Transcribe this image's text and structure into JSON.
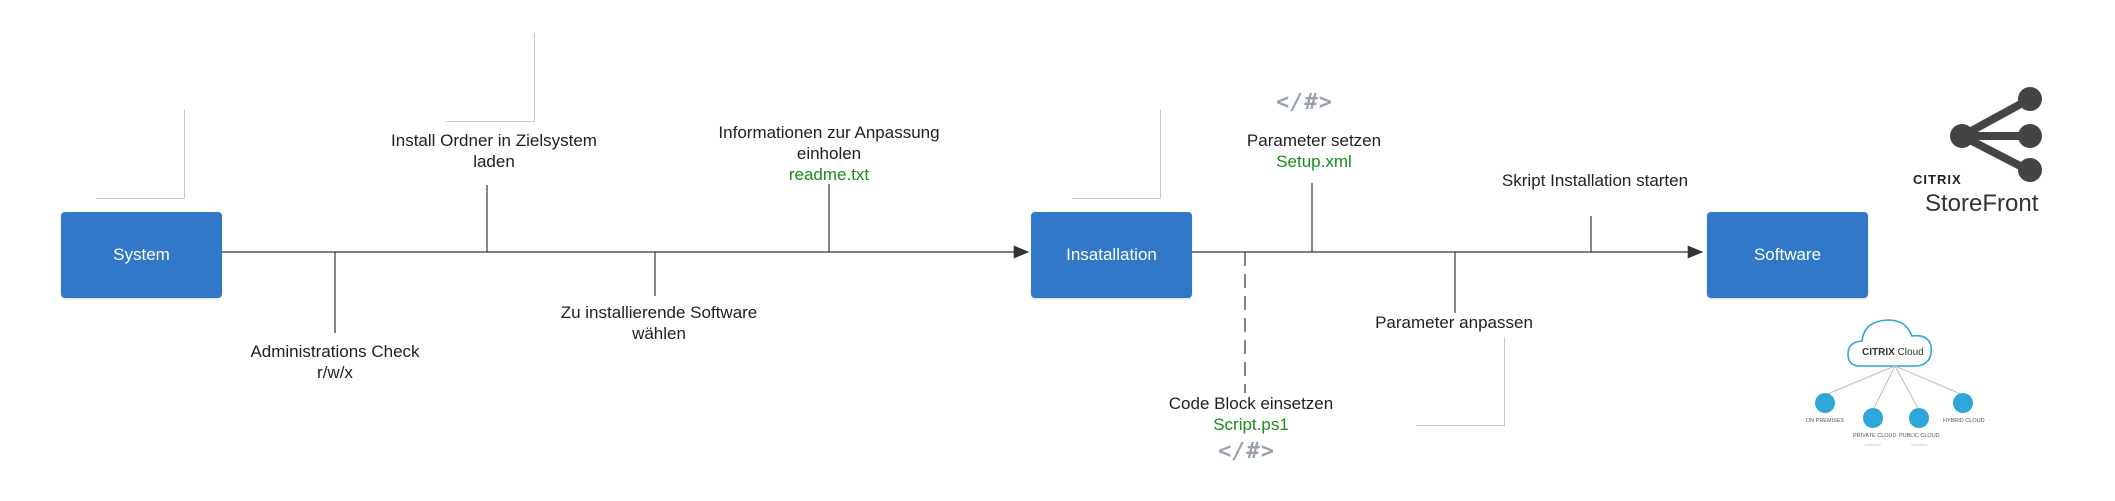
{
  "nodes": {
    "system": "System",
    "installation": "Insatallation",
    "software": "Software"
  },
  "steps": {
    "admin_check": {
      "line1": "Administrations Check",
      "line2": "r/w/x"
    },
    "install_ordner": {
      "line1": "Install Ordner in Zielsystem",
      "line2": "laden"
    },
    "software_waehlen": {
      "line1": "Zu installierende Software",
      "line2": "wählen"
    },
    "informationen": {
      "line1": "Informationen zur Anpassung",
      "line2": "einholen",
      "file": "readme.txt"
    },
    "parameter_setzen": {
      "line1": "Parameter setzen",
      "file": "Setup.xml"
    },
    "skript_starten": {
      "line1": "Skript Installation starten"
    },
    "parameter_anpassen": {
      "line1": "Parameter anpassen"
    },
    "code_block": {
      "line1": "Code Block einsetzen",
      "file": "Script.ps1"
    }
  },
  "code_symbol": "</#>",
  "brand": {
    "citrix": "CITRIX",
    "storefront": "StoreFront",
    "cloud_title": "Cloud",
    "cloud_items": [
      "ON PREMISES",
      "PRIVATE CLOUD",
      "PUBLIC CLOUD",
      "HYBRID CLOUD"
    ]
  },
  "icons": [
    "laptop-phone-icon",
    "server-list-icon",
    "dashboard-icon",
    "list-icon",
    "share-icon",
    "citrix-cloud-icon"
  ],
  "colors": {
    "node": "#3178c9",
    "file_text": "#1a8c1a",
    "code_symbol": "#9aa3ad",
    "line": "#333333"
  }
}
